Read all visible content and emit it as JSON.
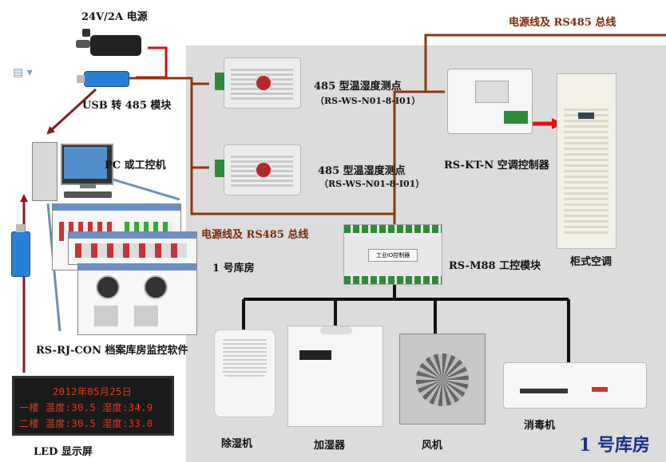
{
  "labels": {
    "power_supply": "24V/2A 电源",
    "usb_module": "USB 转 485 模块",
    "pc": "PC 或工控机",
    "bus_top": "电源线及 RS485 总线",
    "bus_mid": "电源线及 RS485 总线",
    "sensor1_title": "485 型温湿度测点",
    "sensor1_model": "（RS-WS-N01-8-I01）",
    "sensor2_title": "485 型温湿度测点",
    "sensor2_model": "（RS-WS-N01-8-I01）",
    "ac_controller": "RS-KT-N 空调控制器",
    "cabinet_ac": "柜式空调",
    "warehouse_small": "1 号库房",
    "control_module": "RS-M88 工控模块",
    "control_module_panel": "工业IO控制器",
    "software": "RS-RJ-CON 档案库房监控软件",
    "dehumidifier": "除湿机",
    "humidifier": "加湿器",
    "fan": "风机",
    "sterilizer": "消毒机",
    "led_display": "LED 显示屏",
    "warehouse_big": "1 号库房"
  },
  "led": {
    "line1": "2012年05月25日",
    "line2": "一楼 温度:30.5 湿度:34.9",
    "line3": "二楼 温度:30.5 湿度:33.0"
  },
  "colors": {
    "bus_line": "#8b3a10",
    "power_line": "#d01010",
    "arrow": "#8b1a1a",
    "software_line": "#6a8fb0"
  }
}
